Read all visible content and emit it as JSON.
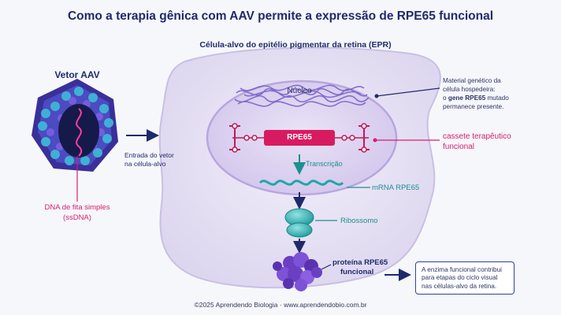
{
  "title": "Como a terapia gênica com AAV permite a expressão de RPE65 funcional",
  "cell_title": "Célula-alvo do epitélio pigmentar da retina (EPR)",
  "vector": {
    "title": "Vetor AAV",
    "dna_label_line1": "DNA de fita simples",
    "dna_label_line2": "(ssDNA)",
    "entry_line1": "Entrada do vetor",
    "entry_line2": "na célula-alvo"
  },
  "nucleus": {
    "label": "Núcleo",
    "host_note_line1": "Material genético da",
    "host_note_line2": "célula hospedeira:",
    "host_note_line3_pre": "o ",
    "host_note_line3_bold": "gene RPE65",
    "host_note_line3_post": " mutado",
    "host_note_line4": "permanece presente.",
    "gene_label": "RPE65",
    "cassette_line1": "cassete terapêutico",
    "cassette_line2": "funcional"
  },
  "steps": {
    "transcription": "Transcrição",
    "mrna": "mRNA RPE65",
    "ribosome": "Ribossomo",
    "protein_line1": "proteína RPE65",
    "protein_line2": "funcional"
  },
  "info_box": "A enzima funcional contribui para etapas do ciclo visual nas células-alvo da retina.",
  "footer": "©2025 Aprendendo Biologia · www.aprendendobio.com.br",
  "colors": {
    "navy": "#1f2a6b",
    "accent_pink": "#d21f6f",
    "teal": "#2bb3b3",
    "purple": "#6b3fc4"
  }
}
